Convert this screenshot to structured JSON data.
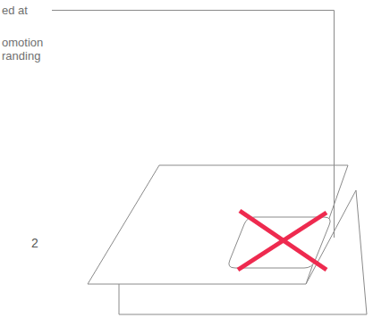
{
  "diagram": {
    "labels": [
      "ed at",
      "omotion",
      "randing",
      "2"
    ]
  }
}
